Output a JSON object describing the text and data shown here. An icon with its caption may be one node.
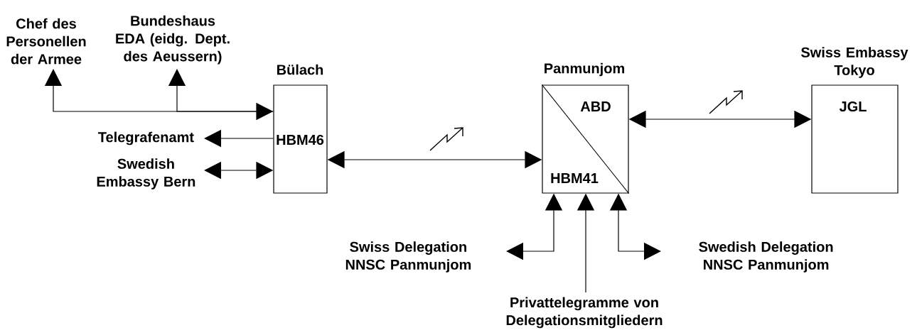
{
  "diagram": {
    "nodes": [
      {
        "text": [
          "Bülach",
          "HBM46"
        ]
      },
      {
        "text": [
          "Panmunjom",
          "ABD",
          "HBM41"
        ]
      },
      {
        "text": [
          "Swiss Embassy Tokyo",
          "JGL"
        ]
      },
      {
        "text": [
          "Chef des Personellen der Armee"
        ]
      },
      {
        "text": [
          "Bundeshaus EDA (eidg. Dept. des Aeussern)"
        ]
      },
      {
        "text": [
          "Telegrafenamt"
        ]
      },
      {
        "text": [
          "Swedish Embassy Bern"
        ]
      },
      {
        "text": [
          "Swiss Delegation NNSC Panmunjom"
        ]
      },
      {
        "text": [
          "Privattelegramme von Delegationsmitgliedern"
        ]
      },
      {
        "text": [
          "Swedish Delegation NNSC Panmunjom"
        ]
      }
    ],
    "edges": [
      {
        "from": 0,
        "to": 3,
        "arrow": "both"
      },
      {
        "from": 0,
        "to": 4,
        "arrow": "both"
      },
      {
        "from": 0,
        "to": 5,
        "arrow": "to"
      },
      {
        "from": 0,
        "to": 6,
        "arrow": "both"
      },
      {
        "from": 0,
        "to": 1,
        "arrow": "both"
      },
      {
        "from": 1,
        "to": 2,
        "arrow": "both"
      },
      {
        "from": 1,
        "to": 7,
        "arrow": "both"
      },
      {
        "from": 8,
        "to": 1,
        "arrow": "to"
      },
      {
        "from": 1,
        "to": 9,
        "arrow": "both"
      }
    ]
  }
}
